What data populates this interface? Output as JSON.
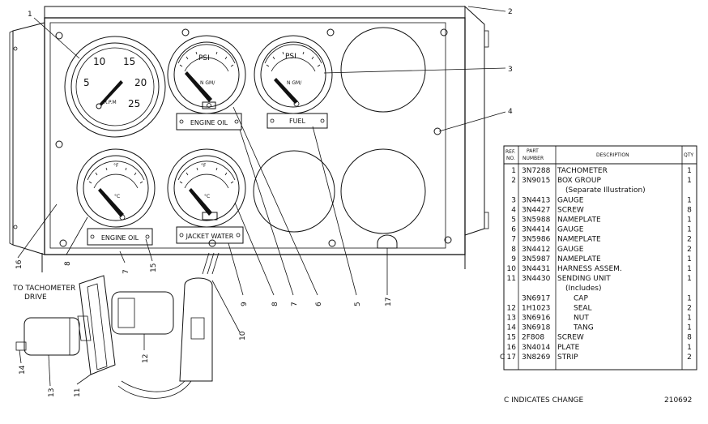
{
  "diagram": {
    "callouts": [
      "1",
      "2",
      "3",
      "4",
      "5",
      "6",
      "7",
      "8",
      "9",
      "10",
      "11",
      "12",
      "13",
      "14",
      "15",
      "16",
      "17"
    ],
    "side_callouts": {
      "left_under": "16",
      "right_under": "15",
      "bottom_seven": "7"
    },
    "gauges": {
      "tachometer": {
        "ticks": [
          "5",
          "10",
          "15",
          "20",
          "25"
        ],
        "unit": "R.P.M"
      },
      "oil_pressure": {
        "unit_top": "PSI",
        "unit_bottom": "N GM/"
      },
      "fuel_pressure": {
        "unit_top": "PSI",
        "unit_bottom": "N GM/"
      },
      "oil_temp": {
        "unit_top": "°F",
        "unit_bottom": "°C"
      },
      "water_temp": {
        "unit_top": "°F",
        "unit_bottom": "°C"
      }
    },
    "nameplates": {
      "engine_oil_upper": "ENGINE OIL",
      "fuel": "FUEL",
      "engine_oil_lower": "ENGINE OIL",
      "jacket_water": "JACKET WATER"
    },
    "note_drive": "TO TACHOMETER DRIVE"
  },
  "parts_table": {
    "headers": {
      "ref": "REF. NO.",
      "part": "PART NUMBER",
      "desc": "DESCRIPTION",
      "qty": "QTY"
    },
    "rows": [
      {
        "mark": "",
        "ref": "1",
        "part": "3N7288",
        "desc": "TACHOMETER",
        "qty": "1"
      },
      {
        "mark": "",
        "ref": "2",
        "part": "3N9015",
        "desc": "BOX GROUP",
        "qty": "1"
      },
      {
        "mark": "",
        "ref": "",
        "part": "",
        "desc": "(Separate Illustration)",
        "qty": ""
      },
      {
        "mark": "",
        "ref": "3",
        "part": "3N4413",
        "desc": "GAUGE",
        "qty": "1"
      },
      {
        "mark": "",
        "ref": "4",
        "part": "3N4427",
        "desc": "SCREW",
        "qty": "8"
      },
      {
        "mark": "",
        "ref": "5",
        "part": "3N5988",
        "desc": "NAMEPLATE",
        "qty": "1"
      },
      {
        "mark": "",
        "ref": "6",
        "part": "3N4414",
        "desc": "GAUGE",
        "qty": "1"
      },
      {
        "mark": "",
        "ref": "7",
        "part": "3N5986",
        "desc": "NAMEPLATE",
        "qty": "2"
      },
      {
        "mark": "",
        "ref": "8",
        "part": "3N4412",
        "desc": "GAUGE",
        "qty": "2"
      },
      {
        "mark": "",
        "ref": "9",
        "part": "3N5987",
        "desc": "NAMEPLATE",
        "qty": "1"
      },
      {
        "mark": "",
        "ref": "10",
        "part": "3N4431",
        "desc": "HARNESS ASSEM.",
        "qty": "1"
      },
      {
        "mark": "",
        "ref": "11",
        "part": "3N4430",
        "desc": "SENDING UNIT",
        "qty": "1"
      },
      {
        "mark": "",
        "ref": "",
        "part": "",
        "desc": "(Includes)",
        "qty": ""
      },
      {
        "mark": "",
        "ref": "",
        "part": "3N6917",
        "desc": "CAP",
        "qty": "1"
      },
      {
        "mark": "",
        "ref": "12",
        "part": "1H1023",
        "desc": "SEAL",
        "qty": "2"
      },
      {
        "mark": "",
        "ref": "13",
        "part": "3N6916",
        "desc": "NUT",
        "qty": "1"
      },
      {
        "mark": "",
        "ref": "14",
        "part": "3N6918",
        "desc": "TANG",
        "qty": "1"
      },
      {
        "mark": "",
        "ref": "15",
        "part": "2F808",
        "desc": "SCREW",
        "qty": "8"
      },
      {
        "mark": "",
        "ref": "16",
        "part": "3N4014",
        "desc": "PLATE",
        "qty": "1"
      },
      {
        "mark": "C",
        "ref": "17",
        "part": "3N8269",
        "desc": "STRIP",
        "qty": "2"
      }
    ],
    "footnote": "C INDICATES CHANGE",
    "figure_number": "210692"
  }
}
